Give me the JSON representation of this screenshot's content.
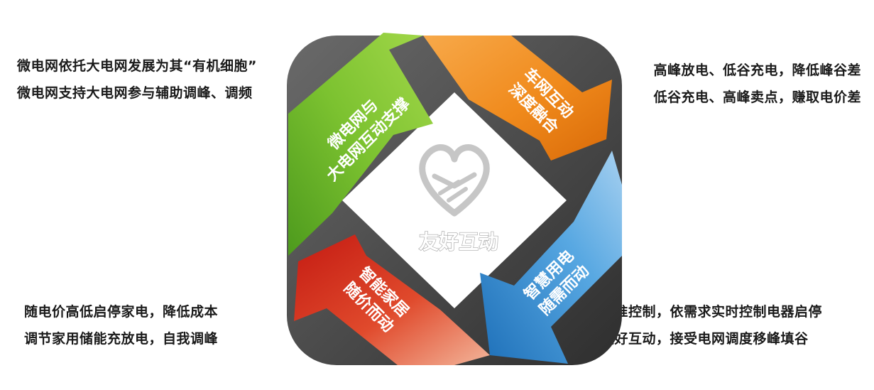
{
  "center": {
    "label": "友好互动"
  },
  "arrows": {
    "green": {
      "lines": [
        "微电网与",
        "大电网互动支撑"
      ],
      "color": "#7cc230"
    },
    "orange": {
      "lines": [
        "车网互动",
        "深度融合"
      ],
      "color": "#f08a1c"
    },
    "blue": {
      "lines": [
        "智慧用电",
        "随需而动"
      ],
      "color": "#3c96d6"
    },
    "red": {
      "lines": [
        "智能家居",
        "随价而动"
      ],
      "color": "#d8251b"
    }
  },
  "captions": {
    "top_left": [
      "微电网依托大电网发展为其“有机细胞”",
      "微电网支持大电网参与辅助调峰、调频"
    ],
    "top_right": [
      "高峰放电、低谷充电，降低峰谷差",
      "低谷充电、高峰卖点，赚取电价差"
    ],
    "bottom_left": [
      "随电价高低启停家电，降低成本",
      "调节家用储能充放电，自我调峰"
    ],
    "bottom_right": [
      "精准控制，依需求实时控制电器启停",
      "友好互动，接受电网调度移峰填谷"
    ]
  },
  "colors": {
    "frame": "#4a4a4a",
    "center_icon": "#c8c8c8"
  }
}
